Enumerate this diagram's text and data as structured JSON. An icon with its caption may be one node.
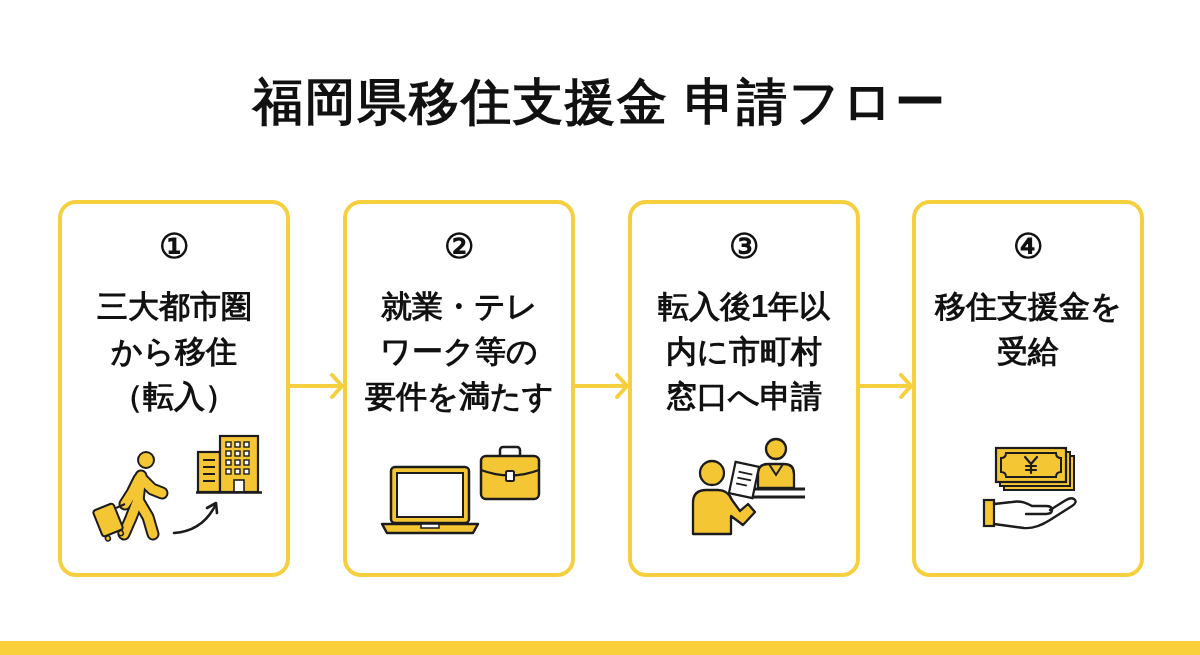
{
  "diagram": {
    "title": "福岡県移住支援金 申請フロー",
    "nodes": [
      {
        "text": [
          "①",
          "三大都市圏から移住（転入）"
        ]
      },
      {
        "text": [
          "②",
          "就業・テレワーク等の要件を満たす"
        ]
      },
      {
        "text": [
          "③",
          "転入後1年以内に市町村窓口へ申請"
        ]
      },
      {
        "text": [
          "④",
          "移住支援金を受給"
        ]
      }
    ],
    "edges": [
      {
        "from": 0,
        "to": 1,
        "arrow": "to"
      },
      {
        "from": 1,
        "to": 2,
        "arrow": "to"
      },
      {
        "from": 2,
        "to": 3,
        "arrow": "to"
      }
    ]
  }
}
